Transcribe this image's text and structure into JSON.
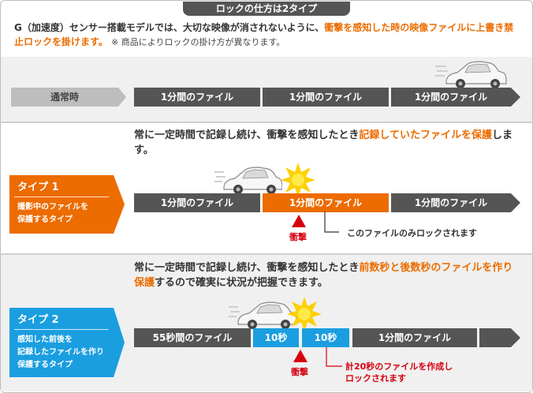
{
  "header": {
    "title": "ロックの仕方は2タイプ"
  },
  "intro": {
    "text_a": "G（加速度）センサー搭載モデルでは、大切な映像が消されないように、",
    "text_b": "衝撃を感知した時の映像ファイルに上書き禁止ロックを掛けます。",
    "note": "※ 商品によりロックの掛け方が異なります。"
  },
  "normal": {
    "label": "通常時",
    "segments": [
      "1分間のファイル",
      "1分間のファイル",
      "1分間のファイル"
    ]
  },
  "type1": {
    "title": "タイプ 1",
    "desc_1": "撮影中のファイルを",
    "desc_2": "保護するタイプ",
    "lead_a": "常に一定時間で記録し続け、衝撃を感知したとき",
    "lead_b": "記録していたファイルを保護",
    "lead_c": "します。",
    "segments": [
      "1分間のファイル",
      "1分間のファイル",
      "1分間のファイル"
    ],
    "impact": "衝撃",
    "note": "このファイルのみロックされます"
  },
  "type2": {
    "title": "タイプ 2",
    "desc_1": "感知した前後を",
    "desc_2": "記録したファイルを作り",
    "desc_3": "保護するタイプ",
    "lead_a": "常に一定時間で記録し続け、衝撃を感知したとき",
    "lead_b": "前数秒と後数秒のファイルを作り保護",
    "lead_c": "するので確実に状況が把握できます。",
    "seg_55": "55秒間のファイル",
    "seg_10a": "10秒",
    "seg_10b": "10秒",
    "seg_1m": "1分間のファイル",
    "impact": "衝撃",
    "note_1": "計20秒のファイルを作成し",
    "note_2": "ロックされます"
  },
  "colors": {
    "orange": "#ec6c00",
    "blue": "#1a9ee0",
    "gray": "#555555",
    "red": "#d7000f"
  }
}
